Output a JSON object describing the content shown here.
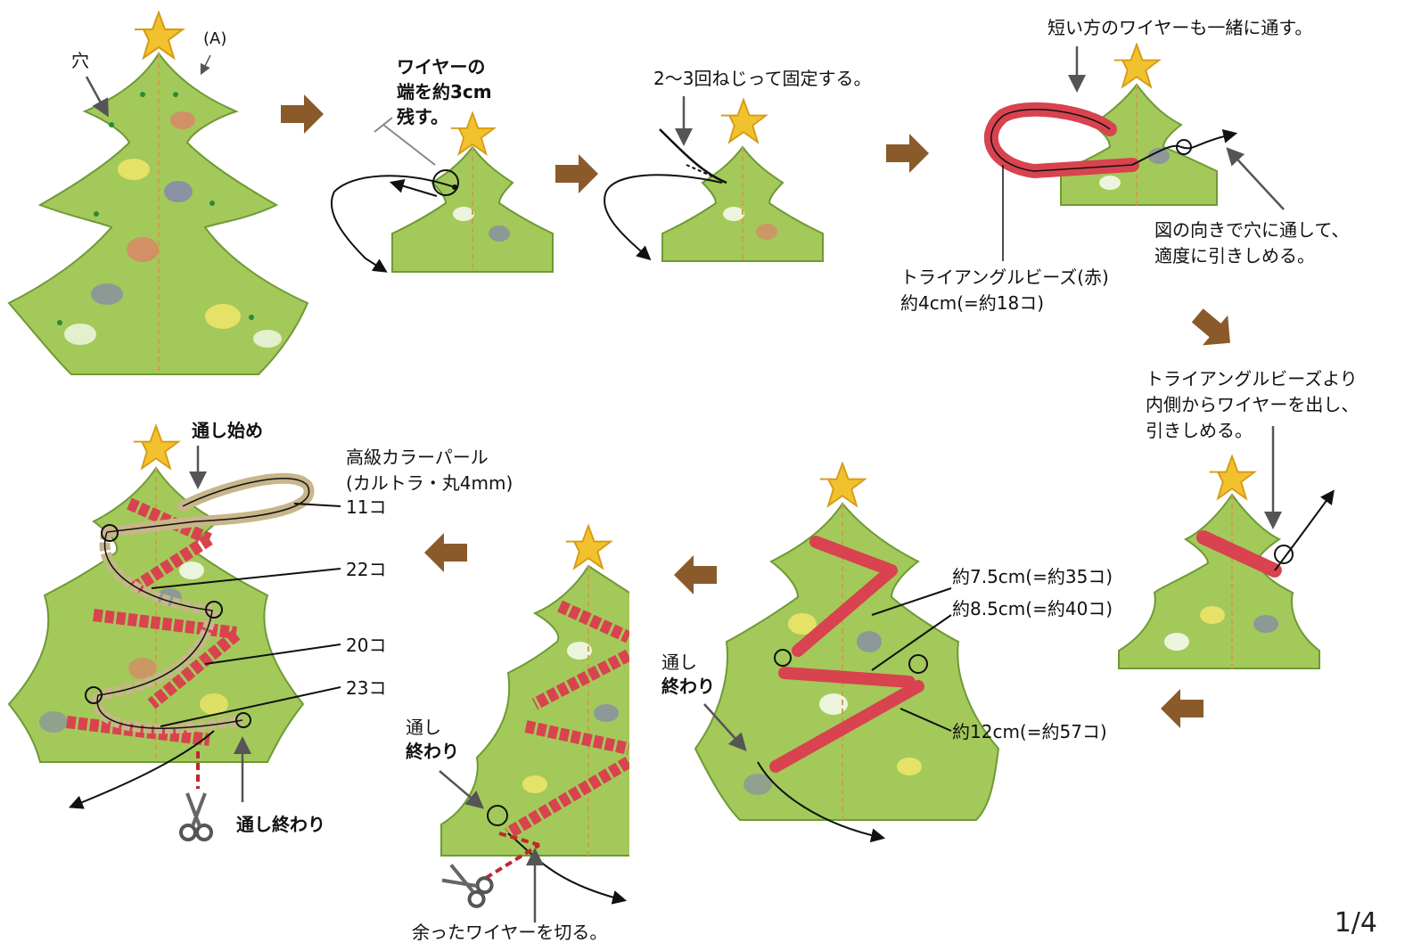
{
  "labels": {
    "hole": "穴",
    "mark_a": "(A)",
    "leave_3cm_1": "ワイヤーの",
    "leave_3cm_2": "端を約3cm",
    "leave_3cm_3": "残す。",
    "twist": "2〜3回ねじって固定する。",
    "short_wire": "短い方のワイヤーも一緒に通す。",
    "direction_1": "図の向きで穴に通して、",
    "direction_2": "適度に引きしめる。",
    "triangle_red_1": "トライアングルビーズ(赤)",
    "triangle_red_2": "約4cm(=約18コ)",
    "inside_1": "トライアングルビーズより",
    "inside_2": "内側からワイヤーを出し、",
    "inside_3": "引きしめる。",
    "len_1": "約7.5cm(=約35コ)",
    "len_2": "約8.5cm(=約40コ)",
    "len_3": "約12cm(=約57コ)",
    "end_1a": "通し",
    "end_1b": "終わり",
    "end_2a": "通し",
    "end_2b": "終わり",
    "cut_wire": "余ったワイヤーを切る。",
    "start": "通し始め",
    "pearl_1": "高級カラーパール",
    "pearl_2": "(カルトラ・丸4mm)",
    "count_11": "11コ",
    "count_22": "22コ",
    "count_20": "20コ",
    "count_23": "23コ",
    "end_3": "通し終わり"
  },
  "page_number": "1/4",
  "icons": [
    "star-icon",
    "arrow-right-icon",
    "arrow-down-icon",
    "arrow-left-icon",
    "scissors-icon"
  ],
  "colors": {
    "tree": "#a3c95a",
    "tree_outline": "#6e9a35",
    "star": "#f2c12e",
    "bead_red": "#d8434f",
    "pearl": "#efe6cf",
    "arrow_brown": "#8b5a2b"
  }
}
